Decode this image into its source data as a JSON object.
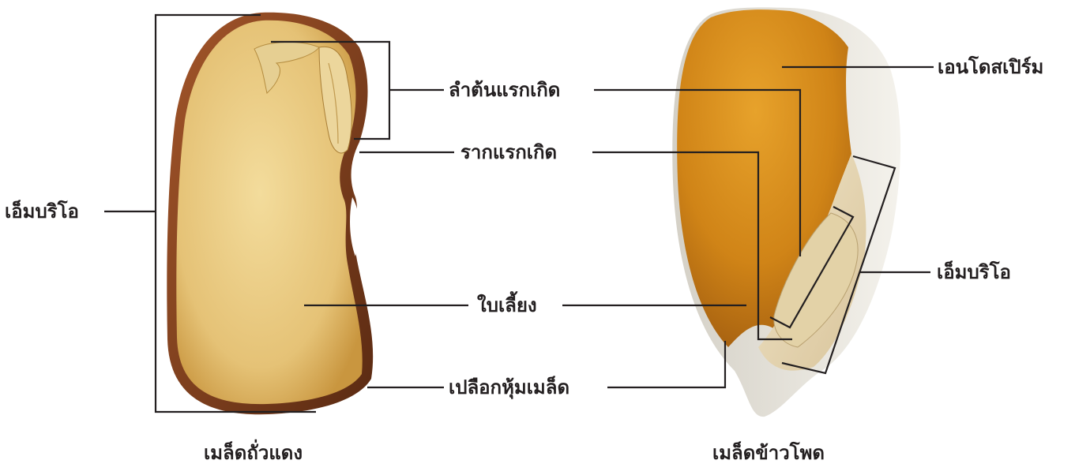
{
  "bean": {
    "caption": "เมล็ดถั่วแดง",
    "labels": {
      "embryo": "เอ็มบริโอ",
      "hypocotyl": "ลำต้นแรกเกิด",
      "radicle": "รากแรกเกิด",
      "cotyledon": "ใบเลี้ยง",
      "seed_coat": "เปลือกหุ้มเมล็ด"
    }
  },
  "corn": {
    "caption": "เมล็ดข้าวโพด",
    "labels": {
      "endosperm": "เอนโดสเปิร์ม",
      "embryo": "เอ็มบริโอ"
    }
  },
  "colors": {
    "line": "#231f20",
    "text": "#231f20",
    "bean_flesh": "#e8c77a",
    "bean_coat": "#7a3d1c",
    "corn_endosperm": "#d98f1a",
    "corn_embryo": "#efe7d6"
  }
}
